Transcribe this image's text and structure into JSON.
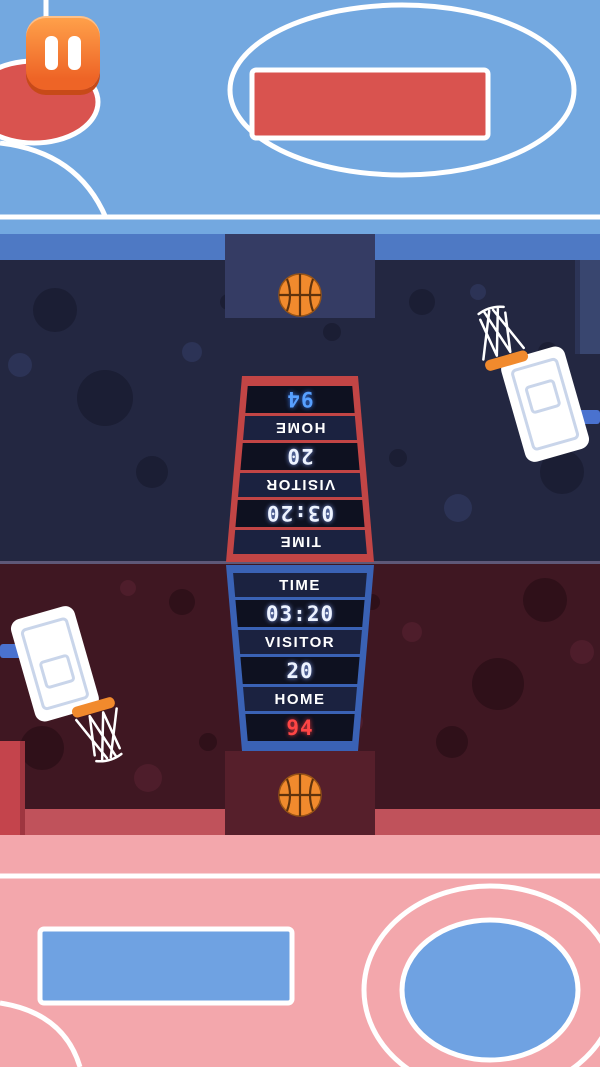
{
  "colors": {
    "court_blue": "#73A8E0",
    "court_blue_dark": "#4E79C4",
    "arena_navy": "#232741",
    "lane_navy": "#353C64",
    "arena_maroon": "#3F1722",
    "lane_maroon": "#561F2B",
    "band_red": "#C0525B",
    "court_pink": "#F3A7AC",
    "court_key_red": "#D9534F",
    "court_key_blue": "#6FA2E2",
    "board_red": "#C24545",
    "board_blue": "#3A62B5",
    "panel_navy": "#1B2240",
    "panel_black": "#0E1120",
    "digit_white": "#EDF3FF",
    "digit_red": "#FF4545",
    "digit_blue": "#57A0FF",
    "ball_orange": "#F18A2D",
    "pause_orange": "#EE6426",
    "line_white": "#FFFFFF"
  },
  "hud": {
    "pause_button": {
      "icon": "pause-icon"
    }
  },
  "scoreboard": {
    "time_label": "TIME",
    "time_value": "03:20",
    "visitor_label": "VISITOR",
    "visitor_value": "20",
    "home_label": "HOME",
    "home_value": "94"
  },
  "boards": {
    "top": {
      "orientation": "rotated-180",
      "frame_color": "#C24545",
      "home_digit_color": "#57A0FF"
    },
    "bottom": {
      "orientation": "upright",
      "frame_color": "#3A62B5",
      "home_digit_color": "#FF4545"
    }
  },
  "objects": {
    "ball_icon": "basketball",
    "hoop_icon": "basketball-hoop"
  }
}
